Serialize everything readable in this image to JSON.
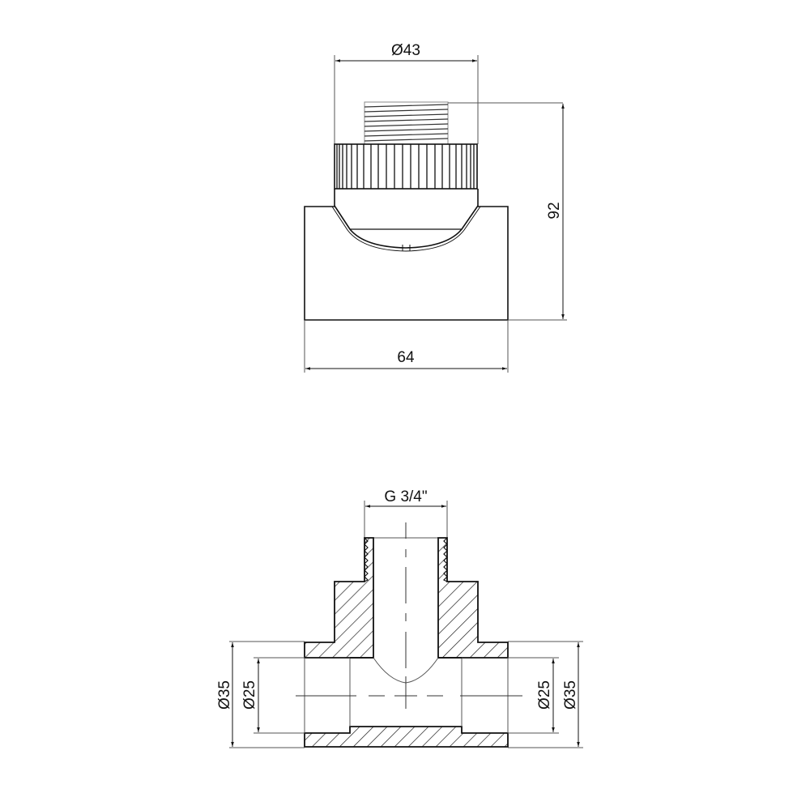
{
  "drawing": {
    "title": "Tee fitting with external thread — technical drawing",
    "colors": {
      "line": "#111111",
      "thin": "#555555",
      "hatch": "#222222",
      "background": "#ffffff"
    },
    "front_view": {
      "dim_top_diameter": "Ø43",
      "dim_height": "92",
      "dim_width": "64"
    },
    "section_view": {
      "dim_thread": "G 3/4\"",
      "dim_left_outer": "Ø35",
      "dim_left_inner": "Ø25",
      "dim_right_inner": "Ø25",
      "dim_right_outer": "Ø35"
    }
  }
}
